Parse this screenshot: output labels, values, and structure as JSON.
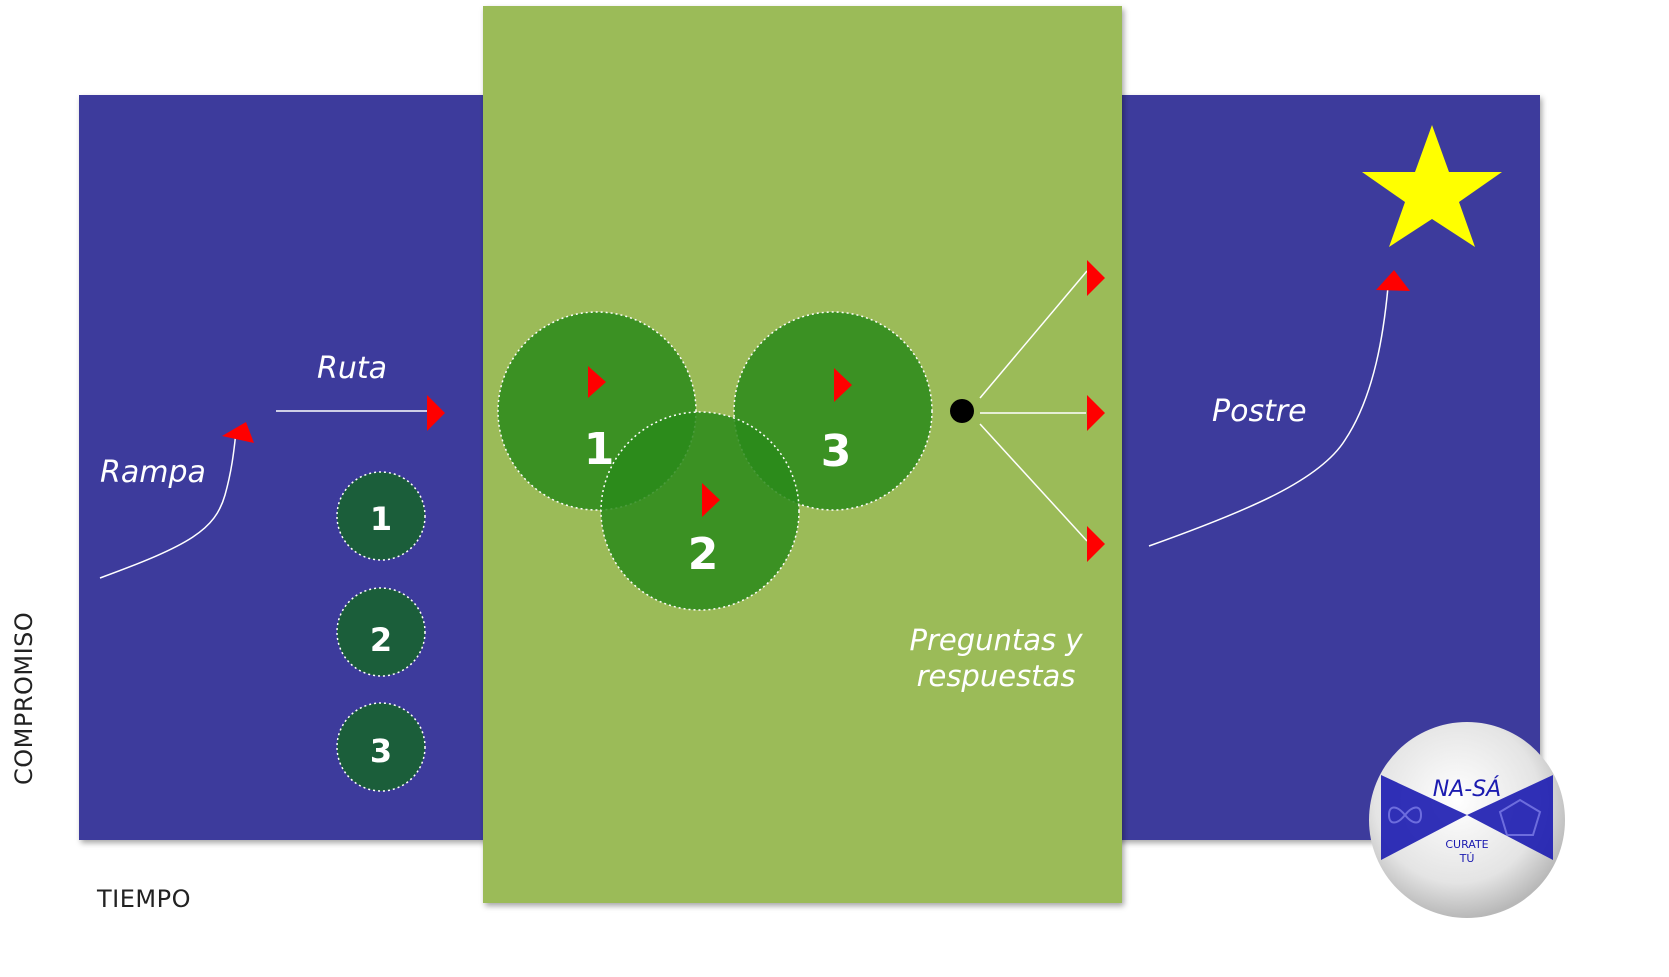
{
  "axes": {
    "x_label": "TIEMPO",
    "y_label": "COMPROMISO"
  },
  "sections": {
    "ramp_label": "Rampa",
    "route_label": "Ruta",
    "dessert_label": "Postre",
    "qa_label_line1": "Preguntas y",
    "qa_label_line2": "respuestas"
  },
  "route_items": [
    "1",
    "2",
    "3"
  ],
  "main_circles": [
    "1",
    "2",
    "3"
  ],
  "logo": {
    "top_text": "NA-SÁ",
    "bottom_text_line1": "CURATE",
    "bottom_text_line2": "TÚ"
  },
  "colors": {
    "blue_panel": "#3c3b9c",
    "green_panel": "#9bbb59",
    "circle_green": "#2e8b1e",
    "small_circle": "#1b5e3a",
    "arrow_red": "#ff0000",
    "star_yellow": "#ffff00"
  }
}
